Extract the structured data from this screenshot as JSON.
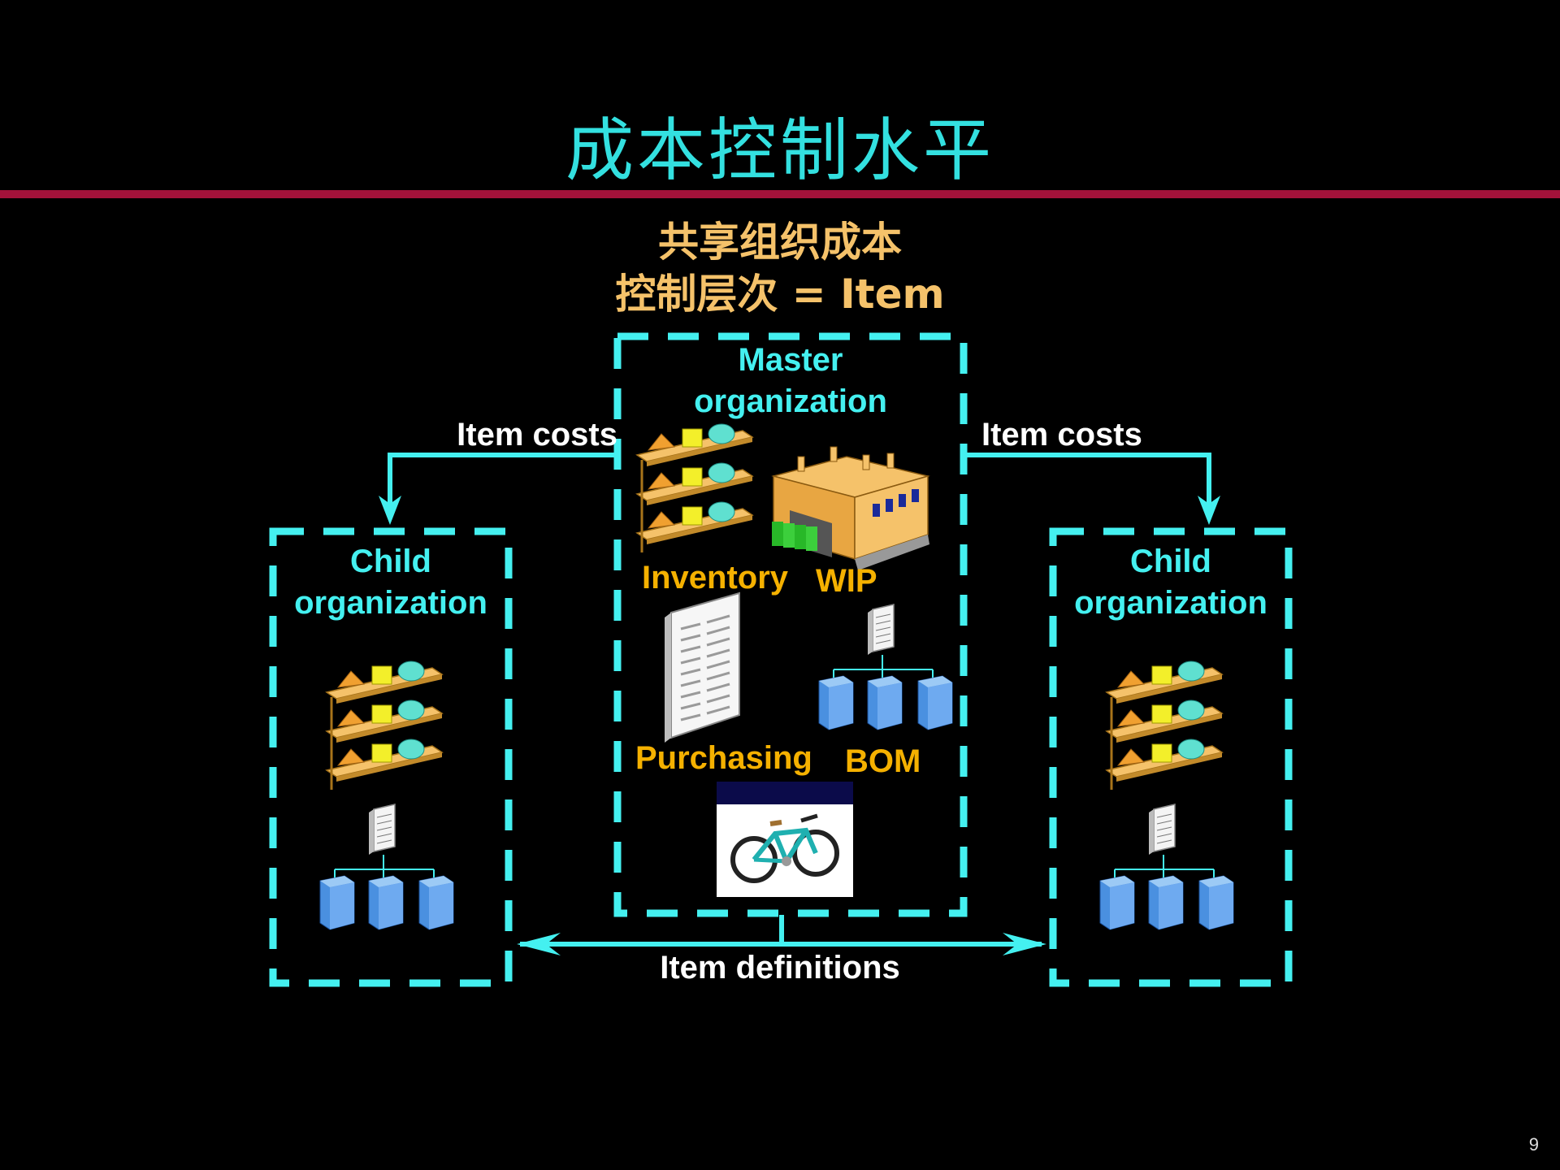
{
  "slide": {
    "title": "成本控制水平",
    "subtitle_line1": "共享组织成本",
    "subtitle_line2": "控制层次 = Item",
    "page_number": "9"
  },
  "diagram": {
    "master": {
      "label_line1": "Master",
      "label_line2": "organization"
    },
    "child_left": {
      "label_line1": "Child",
      "label_line2": "organization"
    },
    "child_right": {
      "label_line1": "Child",
      "label_line2": "organization"
    },
    "arrow_left_label": "Item costs",
    "arrow_right_label": "Item costs",
    "bottom_arrow_label": "Item definitions",
    "master_items": [
      "Inventory",
      "WIP",
      "Purchasing",
      "BOM"
    ]
  },
  "colors": {
    "background": "#000000",
    "title": "#33e0e0",
    "rule": "#a3123a",
    "subtitle": "#f5c26a",
    "box_border": "#44f0f0",
    "item_label": "#f5b100"
  }
}
